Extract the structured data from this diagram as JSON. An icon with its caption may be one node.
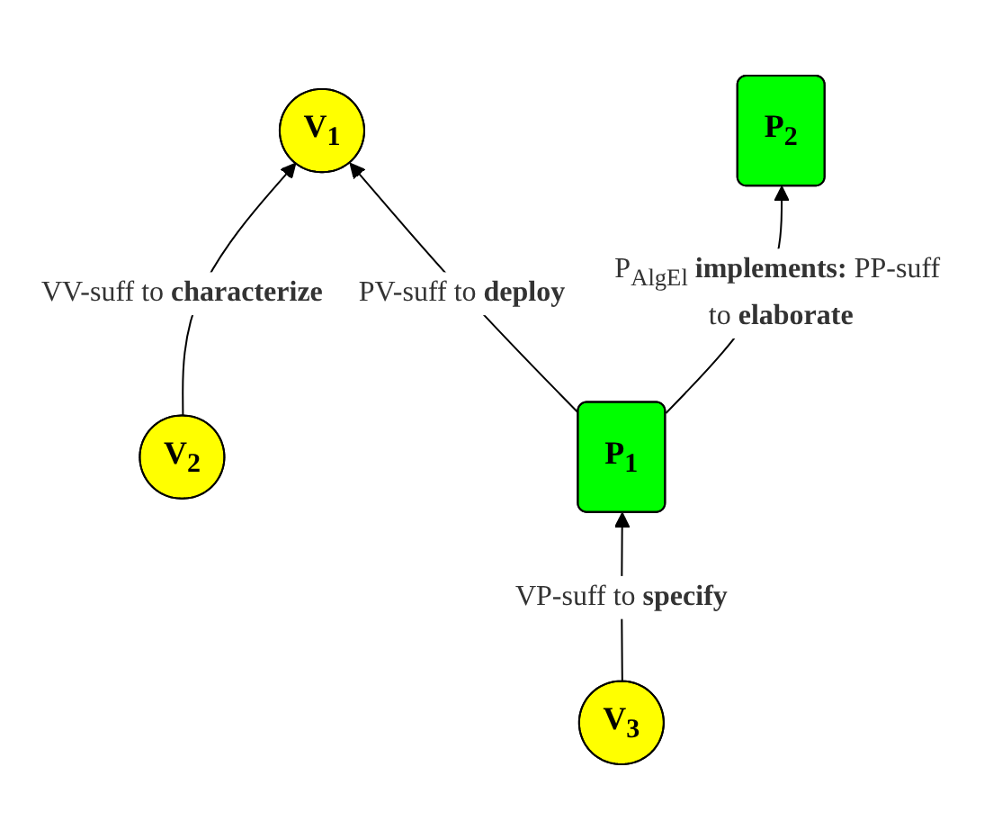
{
  "diagram": {
    "nodes": [
      {
        "text": [
          "V$_{2}$"
        ]
      },
      {
        "text": [
          "V$_{1}$"
        ]
      },
      {
        "text": [
          "P$_{2}$"
        ]
      },
      {
        "text": [
          "P$_{1}$"
        ]
      },
      {
        "text": [
          "V$_{3}$"
        ]
      }
    ],
    "edges": [
      {
        "from": 0,
        "to": 1,
        "arrow": "to",
        "label": "VV-suff to **characterize**"
      },
      {
        "from": 3,
        "to": 1,
        "arrow": "to",
        "label": "PV-suff to **deploy**"
      },
      {
        "from": 3,
        "to": 2,
        "arrow": "to",
        "label": "P$_{AlgEl}$ **implements:** PP-suff to **elaborate**"
      },
      {
        "from": 4,
        "to": 3,
        "arrow": "to",
        "label": "VP-suff to **specify**"
      }
    ]
  }
}
